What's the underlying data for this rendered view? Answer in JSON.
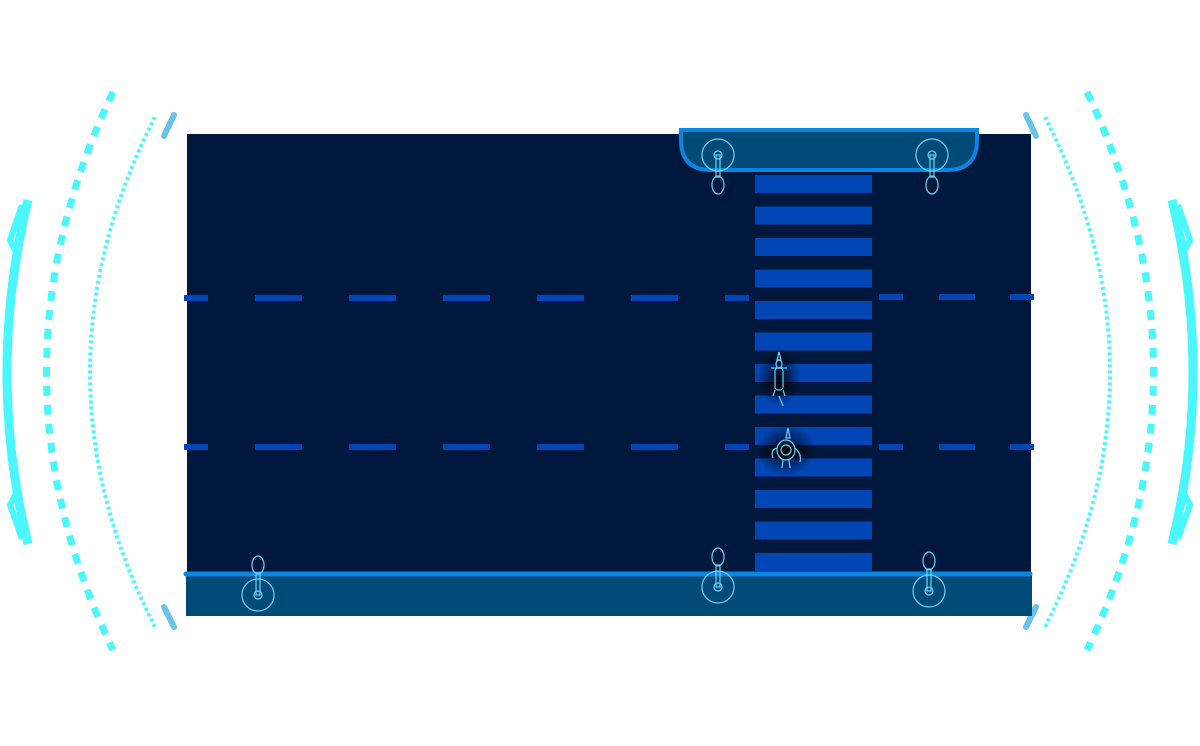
{
  "colors": {
    "background": "#ffffff",
    "road": "#00183d",
    "sidewalk": "#004a78",
    "sidewalk_edge": "#0a85e0",
    "lane_marking": "#0046b6",
    "crosswalk_stripe": "#0046b6",
    "outline": "#6ad4f7",
    "hud_arc": "#4af7fd",
    "hud_bracket": "#68c3ea"
  },
  "icons": {
    "street_lamp": "street-lamp-icon",
    "pedestrian": "pedestrian-icon",
    "cyclist": "cyclist-icon",
    "hud_frame": "hud-arc-frame"
  },
  "scene": {
    "lane_count": 3,
    "crosswalk_stripe_count": 13,
    "street_lamp_count": 5,
    "pedestrian_count": 1,
    "cyclist_count": 1
  }
}
